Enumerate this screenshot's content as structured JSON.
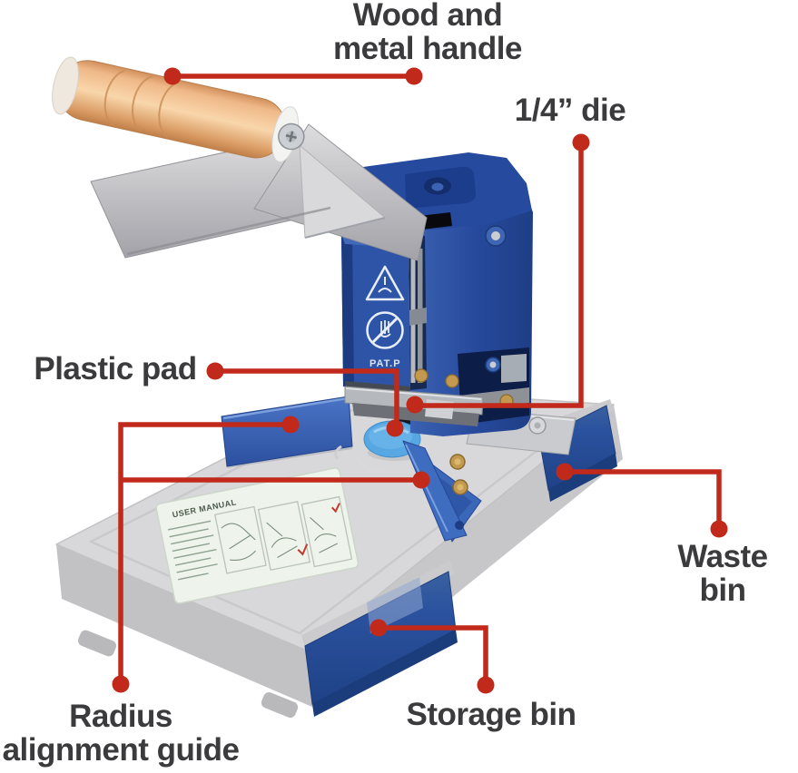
{
  "scene": {
    "background": "#ffffff",
    "subject": "corner rounder cutter annotated diagram"
  },
  "colors": {
    "callout_red": "#c1291b",
    "label_text": "#3b3b3d",
    "machine_blue": "#2d54a6",
    "machine_blue_dark": "#1d3f85",
    "pad_blue": "#5fade5",
    "wood_tan": "#f0bd8d",
    "lever_silver": "#c6c7cb",
    "base_gray": "#d8d8da",
    "drawer_blue": "#2b529f"
  },
  "callouts": {
    "handle": {
      "label": "Wood and\nmetal handle"
    },
    "die": {
      "label": "1/4” die"
    },
    "plastic_pad": {
      "label": "Plastic pad"
    },
    "waste_bin": {
      "label": "Waste bin"
    },
    "radius_guide": {
      "label": "Radius\nalignment guide"
    },
    "storage_bin": {
      "label": "Storage bin"
    }
  },
  "machine": {
    "patent_marking": "PAT.P",
    "sticker_title": "USER MANUAL",
    "warning_icons": [
      "crush-hazard-triangle-icon",
      "no-hands-circle-icon"
    ]
  }
}
